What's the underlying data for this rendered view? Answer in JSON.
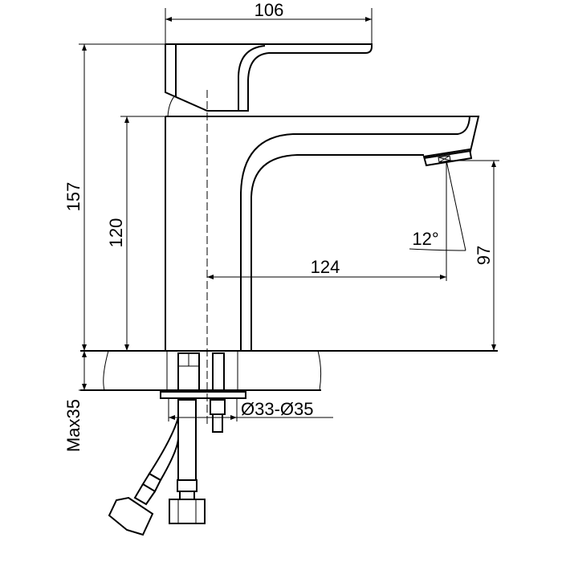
{
  "drawing": {
    "title": "Basin mixer tap dimension drawing",
    "dimensions": {
      "handle_width": "106",
      "total_height": "157",
      "body_height": "120",
      "spout_reach": "124",
      "outlet_height": "97",
      "outlet_angle": "12°",
      "max_counter_thickness": "Max35",
      "hole_diameter": "Ø33-Ø35"
    }
  }
}
